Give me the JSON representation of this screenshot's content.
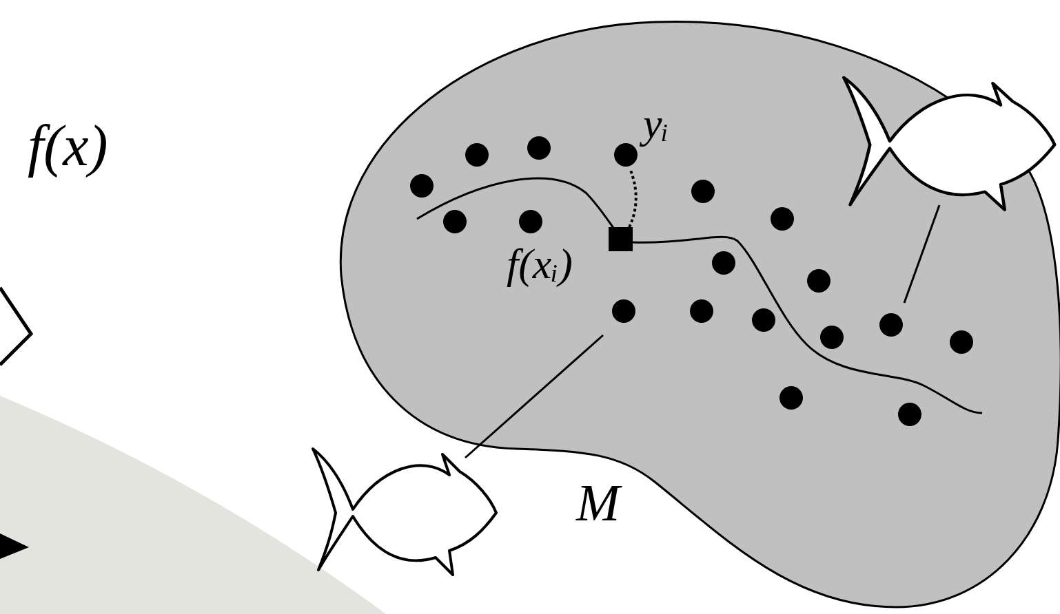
{
  "diagram": {
    "labels": [
      "f(x)",
      "yᵢ",
      "f(xᵢ)",
      "M"
    ]
  }
}
